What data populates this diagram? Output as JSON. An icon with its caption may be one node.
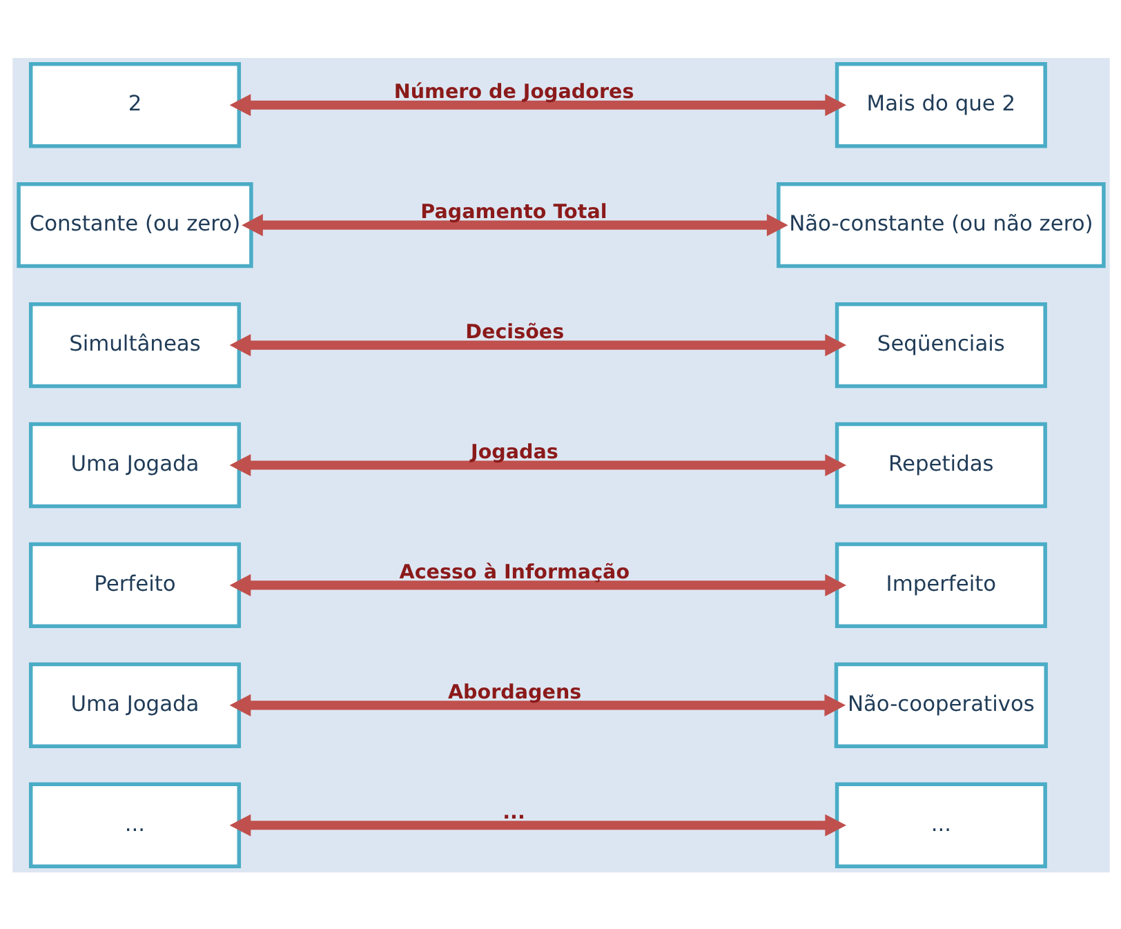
{
  "diagram": {
    "nodes": [
      {
        "text": [
          "2"
        ]
      },
      {
        "text": [
          "Mais do que 2"
        ]
      },
      {
        "text": [
          "Constante (ou zero)"
        ]
      },
      {
        "text": [
          "Não-constante (ou não zero)"
        ]
      },
      {
        "text": [
          "Simultâneas"
        ]
      },
      {
        "text": [
          "Seqüenciais"
        ]
      },
      {
        "text": [
          "Uma Jogada"
        ]
      },
      {
        "text": [
          "Repetidas"
        ]
      },
      {
        "text": [
          "Perfeito"
        ]
      },
      {
        "text": [
          "Imperfeito"
        ]
      },
      {
        "text": [
          "Uma Jogada"
        ]
      },
      {
        "text": [
          "Não-cooperativos"
        ]
      },
      {
        "text": [
          "..."
        ]
      },
      {
        "text": [
          "..."
        ]
      }
    ],
    "edges": [
      {
        "from": 0,
        "to": 1,
        "arrow": "both",
        "label": "Número de Jogadores"
      },
      {
        "from": 2,
        "to": 3,
        "arrow": "both",
        "label": "Pagamento Total"
      },
      {
        "from": 4,
        "to": 5,
        "arrow": "both",
        "label": "Decisões"
      },
      {
        "from": 6,
        "to": 7,
        "arrow": "both",
        "label": "Jogadas"
      },
      {
        "from": 8,
        "to": 9,
        "arrow": "both",
        "label": "Acesso à Informação"
      },
      {
        "from": 10,
        "to": 11,
        "arrow": "both",
        "label": "Abordagens"
      },
      {
        "from": 12,
        "to": 13,
        "arrow": "both",
        "label": "..."
      }
    ]
  }
}
